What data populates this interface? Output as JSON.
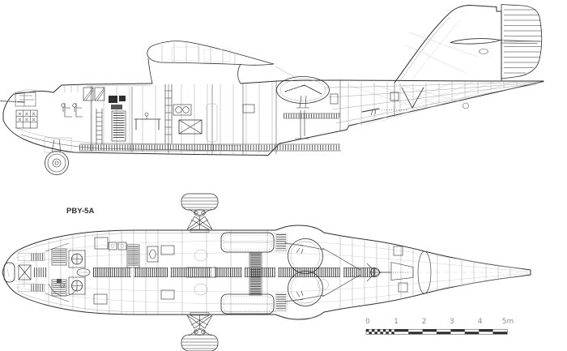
{
  "diagram": {
    "title": "PBY-5A",
    "colors": {
      "paper": "#ffffff",
      "ink": "#2e2e2e",
      "mid": "#555555",
      "light": "#9a9a9a",
      "faint": "#c6c6c6",
      "scale_text": "#8c8c8c"
    },
    "scale_bar": {
      "unit": "m",
      "labels": [
        "0",
        "1",
        "2",
        "3",
        "4",
        "5m"
      ]
    }
  }
}
